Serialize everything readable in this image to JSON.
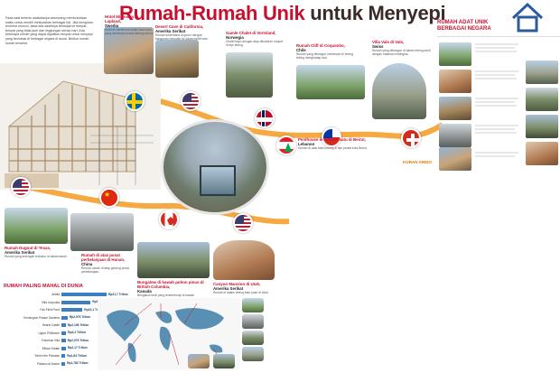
{
  "page": {
    "title_red": "Rumah-Rumah Unik",
    "title_dark": " untuk Menyepi",
    "intro": "Pada saat tertentu adakalanya seseorang membutuhkan waktu untuk sendiri melepaskan berbagai hal. Jika keinginan tersebut muncul, tiada ada salahnya beranjak ke tempat-tempat yang tidak jauh dari lingkungan sehari-hari. Ada beberapa rumah yang dapat dijadikan tempat untuk menyepi yang berlokasi di berbagai negara di dunia. Berikut rumah-rumah tersebut."
  },
  "colors": {
    "accent_red": "#c8102e",
    "path_orange": "#f39a1e",
    "bar_blue": "#3b7ec2",
    "brand_orange": "#e07a00"
  },
  "captions": [
    {
      "title": "Hotel Minimalis di Lapland,",
      "sub": "Swedia",
      "body": "Hotel ini berbentuk kotak kaca kecil yang menempel pada batang pohon."
    },
    {
      "title": "Desert Cave di California,",
      "sub": "Amerika Serikat",
      "body": "Rumah sederhana di gurun dengan bangunan menyatu ke dalam bukit batu."
    },
    {
      "title": "Gamle Chalet di Vortsland,",
      "sub": "Norwegia",
      "body": "Chalet kayu dengan atap ditumbuhi rumput di tepi tebing."
    },
    {
      "title": "Rumah Cliff di Coquimbo,",
      "sub": "Chile",
      "body": "Rumah yang dibangun menempel di lereng tebing menghadap laut."
    },
    {
      "title": "Villa Vals di Vals,",
      "sub": "Swiss",
      "body": "Rumah yang dibangun di dalam lereng bukit dengan halaman melingkar."
    },
    {
      "title": "Penthouse di sebuah batu di Beirut,",
      "sub": "Lebanon",
      "body": "Hunian di atas batu karang di tepi pantai kota Beirut."
    },
    {
      "title": "Rumah Dugout di Texas,",
      "sub": "Amerika Serikat",
      "body": "Rumah yang setengah terkubur di dalam tanah."
    },
    {
      "title": "Rumah di atas pusat perbelanjaan di Hunan,",
      "sub": "China",
      "body": "Rumah-rumah di atap gedung pusat perbelanjaan."
    },
    {
      "title": "Bungalow di bawah pohon pinus di British Columbia,",
      "sub": "Kanada",
      "body": "Bungalow kecil yang tersembunyi di bawah pepohonan pinus."
    },
    {
      "title": "Canyon Mansion di Utah,",
      "sub": "Amerika Serikat",
      "body": "Rumah di dalam tebing batu pasir di Utah."
    }
  ],
  "right_panel": {
    "title": "RUMAH ADAT UNIK BERBAGAI NEGARA"
  },
  "brand": "KORAN SINDO",
  "expensive": {
    "title": "RUMAH PALING MAHAL DI DUNIA",
    "rows": [
      {
        "label": "Antilia",
        "value": "Rp21,7 Triliun",
        "amount": 21.7
      },
      {
        "label": "Villa Leopolda",
        "value": "Rp14 Triliun",
        "amount": 14.0
      },
      {
        "label": "Fair Field Pond",
        "value": "Rp10,1 Triliun",
        "amount": 10.1
      },
      {
        "label": "Kensington Palace Gardens",
        "value": "Rp2,976 Triliun",
        "amount": 2.976
      },
      {
        "label": "Hearst Castle",
        "value": "Rp2,106 Triliun",
        "amount": 2.106
      },
      {
        "label": "Upper Phillimore",
        "value": "Rp2,2 Triliun",
        "amount": 2.2
      },
      {
        "label": "Franchuk Villa",
        "value": "Rp2,076 Triliun",
        "amount": 2.076
      },
      {
        "label": "Ellison Estate",
        "value": "Rp2,17 Triliun",
        "amount": 2.17
      },
      {
        "label": "Seven the Pinnacle",
        "value": "Rp1,84 Triliun",
        "amount": 1.84
      },
      {
        "label": "Palazzo di Amore",
        "value": "Rp1,782 Triliun",
        "amount": 1.782
      }
    ]
  }
}
